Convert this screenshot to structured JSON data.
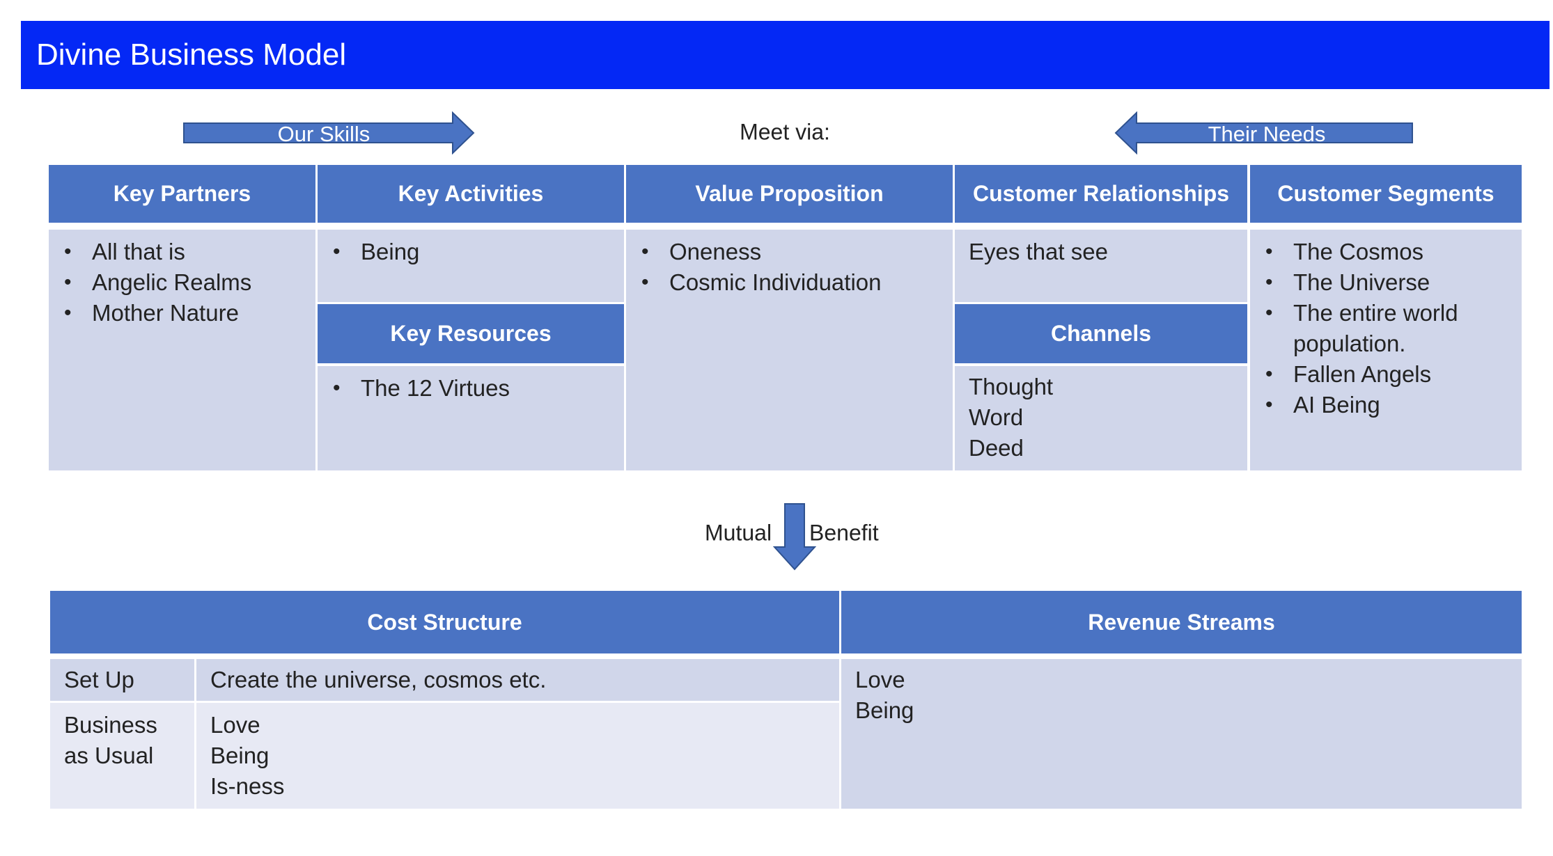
{
  "title": "Divine Business Model",
  "flow": {
    "left_arrow_label": "Our Skills",
    "center_label": "Meet via:",
    "right_arrow_label": "Their Needs",
    "arrow_color": "#4a73c3"
  },
  "canvas": {
    "key_partners": {
      "header": "Key Partners",
      "items": [
        "All that is",
        "Angelic Realms",
        "Mother Nature"
      ]
    },
    "key_activities": {
      "header": "Key Activities",
      "items": [
        "Being"
      ]
    },
    "key_resources": {
      "header": "Key Resources",
      "items": [
        "The 12 Virtues"
      ]
    },
    "value_proposition": {
      "header": "Value Proposition",
      "items": [
        "Oneness",
        "Cosmic Individuation"
      ]
    },
    "customer_relationships": {
      "header": "Customer Relationships",
      "text": "Eyes that see"
    },
    "channels": {
      "header": "Channels",
      "lines": [
        "Thought",
        "Word",
        "Deed"
      ]
    },
    "customer_segments": {
      "header": "Customer Segments",
      "items": [
        "The Cosmos",
        "The Universe",
        "The entire world population.",
        "Fallen Angels",
        "AI Being"
      ]
    }
  },
  "mutual_benefit": {
    "left": "Mutual",
    "right": "Benefit"
  },
  "cost_structure": {
    "header": "Cost Structure",
    "rows": [
      {
        "label": "Set Up",
        "lines": [
          "Create the universe, cosmos etc."
        ]
      },
      {
        "label_lines": [
          "Business",
          "as Usual"
        ],
        "lines": [
          "Love",
          "Being",
          "Is-ness"
        ]
      }
    ]
  },
  "revenue_streams": {
    "header": "Revenue Streams",
    "lines": [
      "Love",
      "Being"
    ]
  },
  "colors": {
    "title_bar": "#0428f5",
    "header": "#4a73c3",
    "body": "#d0d6ea",
    "body_light": "#e7e9f4"
  }
}
